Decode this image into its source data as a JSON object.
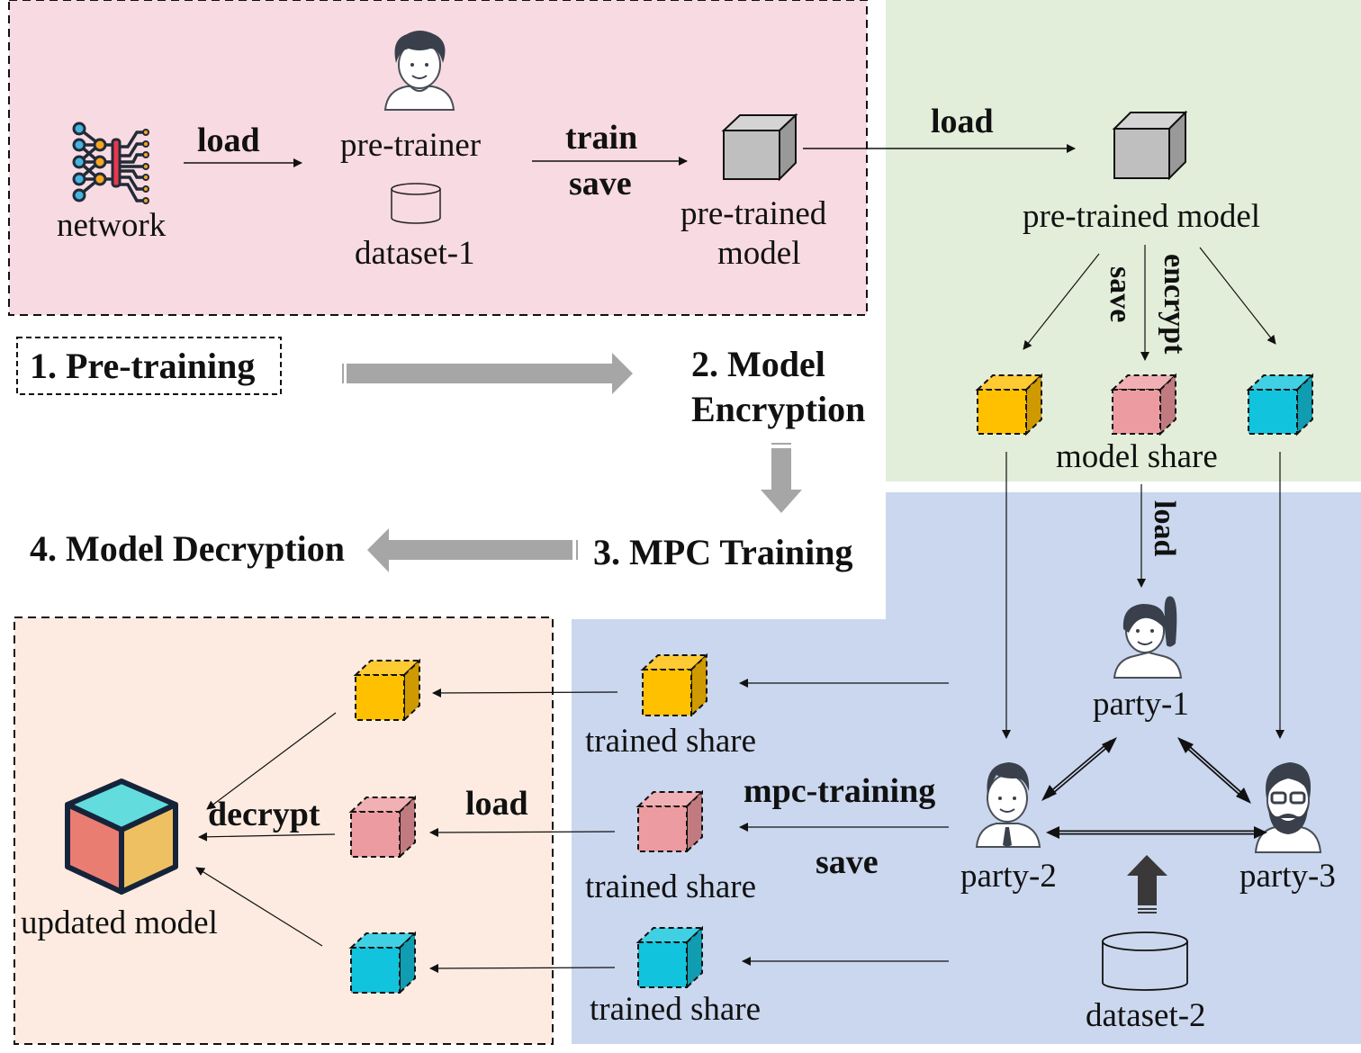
{
  "colors": {
    "pretrain_bg": "#f8dae2",
    "encrypt_bg": "#e2eed9",
    "mpc_bg": "#cad7ee",
    "decrypt_bg": "#fdebe1",
    "share_yellow": "#ffc000",
    "share_pink": "#ec9ba0",
    "share_cyan": "#11c3dc",
    "model_gray": "#bfbfbf",
    "stage_arrow": "#a6a6a6",
    "dark_arrow": "#3a3838"
  },
  "pretraining": {
    "network_label": "network",
    "load_label": "load",
    "pretrainer_label": "pre-trainer",
    "dataset_label": "dataset-1",
    "train_label": "train",
    "save_label": "save",
    "model_label_line1": "pre-trained",
    "model_label_line2": "model"
  },
  "encryption": {
    "load_label": "load",
    "model_label": "pre-trained model",
    "save_label": "save",
    "encrypt_label": "encrypt",
    "share_label": "model share"
  },
  "stages": {
    "s1": "1. Pre-training",
    "s2_line1": "2. Model",
    "s2_line2": "Encryption",
    "s3": "3. MPC Training",
    "s4": "4. Model Decryption"
  },
  "mpc": {
    "load_label": "load",
    "party1": "party-1",
    "party2": "party-2",
    "party3": "party-3",
    "dataset_label": "dataset-2",
    "mpc_training_label": "mpc-training",
    "save_label": "save",
    "trained_share_labels": [
      "trained share",
      "trained share",
      "trained share"
    ]
  },
  "decryption": {
    "load_label": "load",
    "decrypt_label": "decrypt",
    "updated_model_label": "updated model"
  }
}
